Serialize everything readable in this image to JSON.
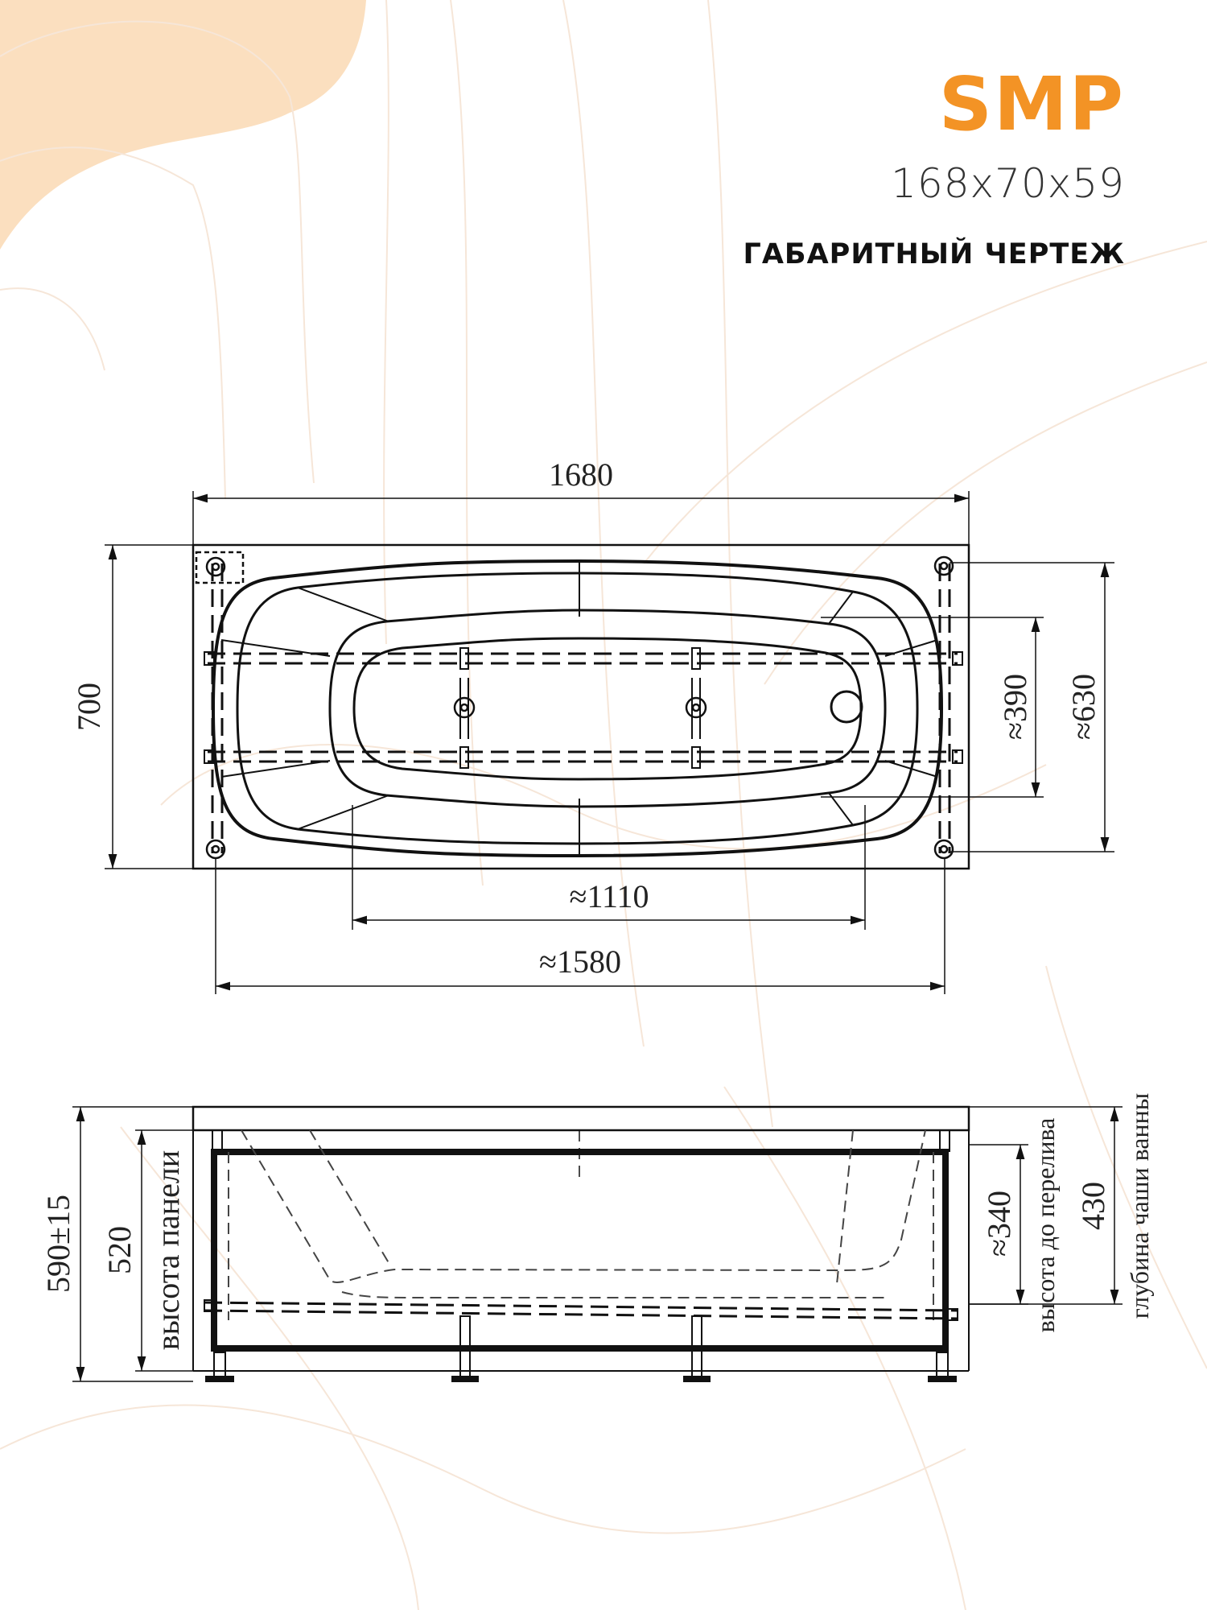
{
  "header": {
    "brand": "SMP",
    "dimensions": "168x70x59",
    "subtitle": "ГАБАРИТНЫЙ ЧЕРТЕЖ"
  },
  "colors": {
    "brand": "#F39325",
    "blob": "#FBDFBF",
    "line": "#111111",
    "text": "#222222"
  },
  "top_view": {
    "length": "1680",
    "width": "700",
    "inner_length": "≈1110",
    "leg_span": "≈1580",
    "inner_width": "≈390",
    "leg_width": "≈630"
  },
  "side_view": {
    "total_height": "590±15",
    "panel_height_value": "520",
    "panel_height_label": "высота панели",
    "overflow_height_value": "≈340",
    "overflow_height_label": "высота до перелива",
    "bowl_depth_value": "430",
    "bowl_depth_label": "глубина чаши ванны"
  }
}
